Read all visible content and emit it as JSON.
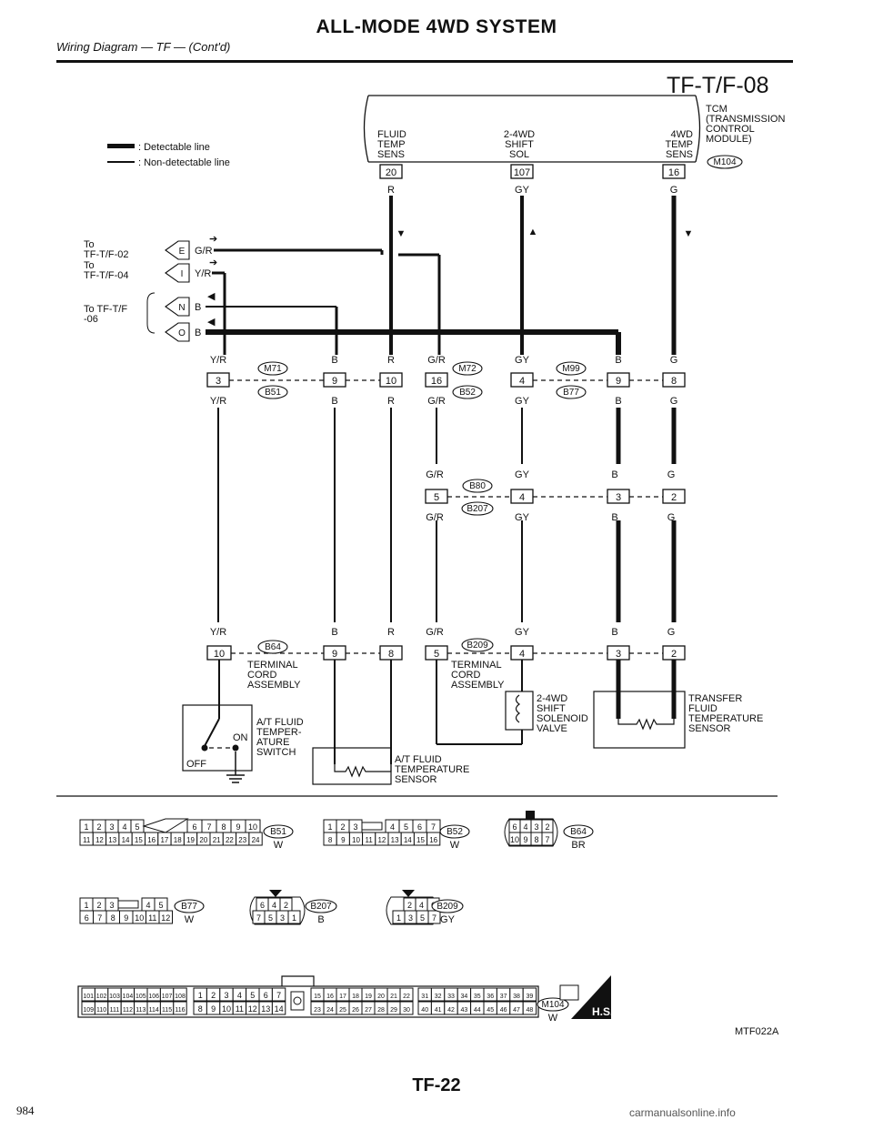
{
  "header": {
    "title": "ALL-MODE 4WD SYSTEM",
    "subtitle": "Wiring Diagram — TF — (Cont'd)",
    "diagram_id": "TF-T/F-08"
  },
  "legend": {
    "detectable": ": Detectable line",
    "non_detectable": ": Non-detectable line"
  },
  "tcm": {
    "name_lines": [
      "TCM",
      "(TRANSMISSION",
      "CONTROL",
      "MODULE)"
    ],
    "connector": "M104",
    "terminals": [
      {
        "lines": [
          "FLUID",
          "TEMP",
          "SENS"
        ],
        "pin": "20",
        "color": "R"
      },
      {
        "lines": [
          "2-4WD",
          "SHIFT",
          "SOL"
        ],
        "pin": "107",
        "color": "GY"
      },
      {
        "lines": [
          "4WD",
          "TEMP",
          "SENS"
        ],
        "pin": "16",
        "color": "G"
      }
    ]
  },
  "refs": {
    "r1": {
      "label": "To",
      "target": "TF-T/F-02",
      "letter": "E",
      "color": "G/R"
    },
    "r2": {
      "label": "To",
      "target": "TF-T/F-04",
      "letter": "I",
      "color": "Y/R"
    },
    "r3": {
      "label": "To TF-T/F",
      "target": "-06",
      "letter": "N",
      "color": "B"
    },
    "r4": {
      "letter": "O",
      "color": "B"
    }
  },
  "junction1": {
    "connectors": [
      "M71",
      "B51",
      "M72",
      "B52",
      "M99",
      "B77"
    ],
    "wires": [
      {
        "top": "Y/R",
        "pin": "3",
        "bottom": "Y/R"
      },
      {
        "top": "B",
        "pin": "9",
        "bottom": "B"
      },
      {
        "top": "R",
        "pin": "10",
        "bottom": "R"
      },
      {
        "top": "G/R",
        "pin": "16",
        "bottom": "G/R"
      },
      {
        "top": "GY",
        "pin": "4",
        "bottom": "GY"
      },
      {
        "top": "B",
        "pin": "9",
        "bottom": "B"
      },
      {
        "top": "G",
        "pin": "8",
        "bottom": "G"
      }
    ]
  },
  "junction2": {
    "connectors": [
      "B80",
      "B207"
    ],
    "wires": [
      {
        "top": "G/R",
        "pin": "5",
        "bottom": "G/R"
      },
      {
        "top": "GY",
        "pin": "4",
        "bottom": "GY"
      },
      {
        "top": "B",
        "pin": "3",
        "bottom": "B"
      },
      {
        "top": "G",
        "pin": "2",
        "bottom": "G"
      }
    ]
  },
  "junction3": {
    "connectors": [
      "B64",
      "B209"
    ],
    "assembly_lines": [
      "TERMINAL",
      "CORD",
      "ASSEMBLY"
    ],
    "wires": [
      {
        "top": "Y/R",
        "pin": "10"
      },
      {
        "top": "B",
        "pin": "9"
      },
      {
        "top": "R",
        "pin": "8"
      },
      {
        "top": "G/R",
        "pin": "5"
      },
      {
        "top": "GY",
        "pin": "4"
      },
      {
        "top": "B",
        "pin": "3"
      },
      {
        "top": "G",
        "pin": "2"
      }
    ]
  },
  "components": {
    "switch": {
      "lines": [
        "A/T FLUID",
        "TEMPER-",
        "ATURE",
        "SWITCH"
      ],
      "on": "ON",
      "off": "OFF"
    },
    "at_sensor": [
      "A/T FLUID",
      "TEMPERATURE",
      "SENSOR"
    ],
    "solenoid": [
      "2-4WD",
      "SHIFT",
      "SOLENOID",
      "VALVE"
    ],
    "transfer_sensor": [
      "TRANSFER",
      "FLUID",
      "TEMPERATURE",
      "SENSOR"
    ]
  },
  "connector_views": {
    "b51": {
      "id": "B51",
      "color": "W",
      "row1": [
        "1",
        "2",
        "3",
        "4",
        "5",
        "6",
        "7",
        "8",
        "9",
        "10"
      ],
      "row2": [
        "11",
        "12",
        "13",
        "14",
        "15",
        "16",
        "17",
        "18",
        "19",
        "20",
        "21",
        "22",
        "23",
        "24"
      ]
    },
    "b52": {
      "id": "B52",
      "color": "W",
      "row1": [
        "1",
        "2",
        "3",
        "4",
        "5",
        "6",
        "7"
      ],
      "row2": [
        "8",
        "9",
        "10",
        "11",
        "12",
        "13",
        "14",
        "15",
        "16"
      ]
    },
    "b64": {
      "id": "B64",
      "color": "BR",
      "row1": [
        "6",
        "4",
        "3",
        "2"
      ],
      "row2": [
        "10",
        "9",
        "8",
        "7"
      ]
    },
    "b77": {
      "id": "B77",
      "color": "W",
      "row1": [
        "1",
        "2",
        "3",
        "4",
        "5"
      ],
      "row2": [
        "6",
        "7",
        "8",
        "9",
        "10",
        "11",
        "12"
      ]
    },
    "b207": {
      "id": "B207",
      "color": "B",
      "row1": [
        "6",
        "4",
        "2"
      ],
      "row2": [
        "7",
        "5",
        "3",
        "1"
      ]
    },
    "b209": {
      "id": "B209",
      "color": "GY",
      "row1": [
        "2",
        "4",
        "6"
      ],
      "row2": [
        "1",
        "3",
        "5",
        "7"
      ]
    },
    "m104": {
      "id": "M104",
      "color": "W",
      "g1r1": [
        "101",
        "102",
        "103",
        "104",
        "105",
        "106",
        "107",
        "108"
      ],
      "g1r2": [
        "109",
        "110",
        "111",
        "112",
        "113",
        "114",
        "115",
        "116"
      ],
      "g2r1": [
        "1",
        "2",
        "3",
        "4",
        "5",
        "6",
        "7"
      ],
      "g2r2": [
        "8",
        "9",
        "10",
        "11",
        "12",
        "13",
        "14"
      ],
      "g3r1": [
        "15",
        "16",
        "17",
        "18",
        "19",
        "20",
        "21",
        "22"
      ],
      "g3r2": [
        "23",
        "24",
        "25",
        "26",
        "27",
        "28",
        "29",
        "30"
      ],
      "g4r1": [
        "31",
        "32",
        "33",
        "34",
        "35",
        "36",
        "37",
        "38",
        "39"
      ],
      "g4r2": [
        "40",
        "41",
        "42",
        "43",
        "44",
        "45",
        "46",
        "47",
        "48"
      ]
    },
    "hs_label": "H.S."
  },
  "figure_code": "MTF022A",
  "footer": {
    "page": "TF-22",
    "page_number": "984",
    "watermark": "carmanualsonline.info"
  }
}
